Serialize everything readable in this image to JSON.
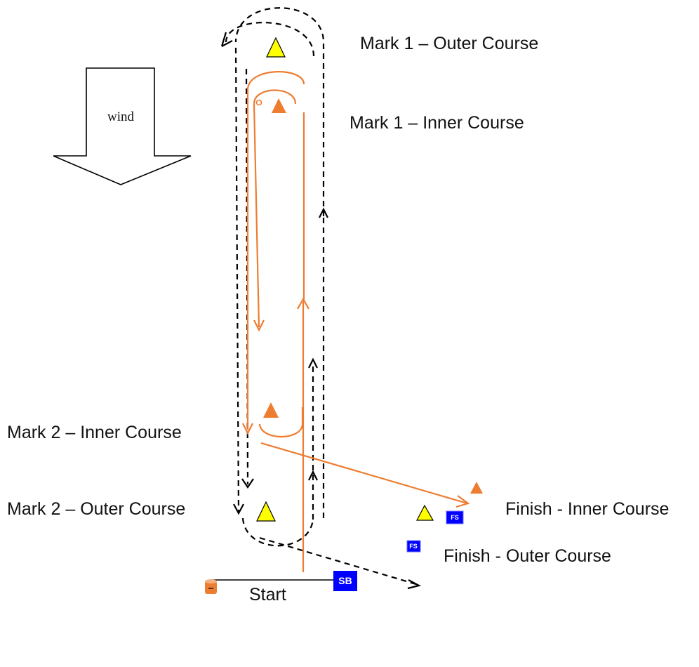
{
  "labels": {
    "mark1_outer": "Mark 1 – Outer Course",
    "mark1_inner": "Mark 1 – Inner Course",
    "mark2_inner": "Mark 2 – Inner Course",
    "mark2_outer": "Mark 2 – Outer Course",
    "finish_inner": "Finish - Inner Course",
    "finish_outer": "Finish - Outer Course",
    "start": "Start",
    "wind": "wind",
    "start_boat": "SB",
    "finish_flag": "FS"
  },
  "colors": {
    "inner_course": "#ED7D31",
    "outer_mark": "#FFFF00",
    "flag": "#0000FF",
    "outer_course": "#000000"
  }
}
